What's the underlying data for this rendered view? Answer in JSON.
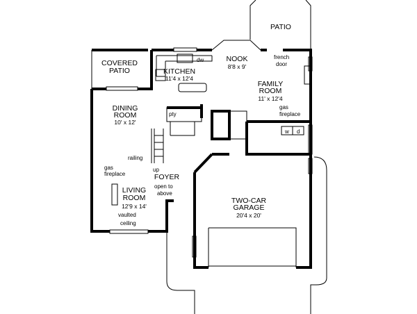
{
  "rooms": {
    "patio": {
      "name": "PATIO"
    },
    "covered_patio": {
      "name_line1": "COVERED",
      "name_line2": "PATIO"
    },
    "kitchen": {
      "name": "KITCHEN",
      "size": "11'4 x 12'4"
    },
    "nook": {
      "name": "NOOK",
      "size": "8'8 x 9'"
    },
    "family": {
      "name_line1": "FAMILY",
      "name_line2": "ROOM",
      "size": "11' x 12'4"
    },
    "dining": {
      "name_line1": "DINING",
      "name_line2": "ROOM",
      "size": "10' x 12'"
    },
    "living": {
      "name_line1": "LIVING",
      "name_line2": "ROOM",
      "size": "12'9 x 14'"
    },
    "foyer": {
      "name": "FOYER"
    },
    "garage": {
      "name_line1": "TWO-CAR",
      "name_line2": "GARAGE",
      "size": "20'4 x 20'"
    }
  },
  "notes": {
    "french_door_1": "french",
    "french_door_2": "door",
    "gas_fireplace_family_1": "gas",
    "gas_fireplace_family_2": "fireplace",
    "gas_fireplace_living_1": "gas",
    "gas_fireplace_living_2": "fireplace",
    "railing": "railing",
    "up": "up",
    "open_to_1": "open to",
    "open_to_2": "above",
    "vaulted_1": "vaulted",
    "vaulted_2": "ceiling",
    "dw": "dw",
    "pty": "pty",
    "washer": "w",
    "dryer": "d"
  }
}
